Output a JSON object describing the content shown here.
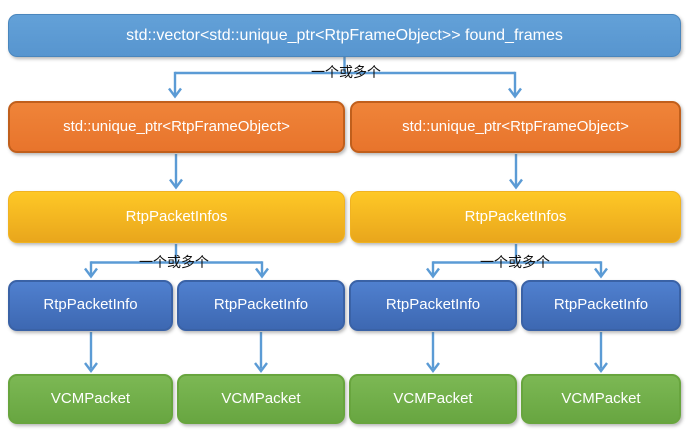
{
  "diagram": {
    "root_label": "std::vector<std::unique_ptr<RtpFrameObject>> found_frames",
    "one_or_more_label": "一个或多个",
    "frame_objects": [
      {
        "label": "std::unique_ptr<RtpFrameObject>"
      },
      {
        "label": "std::unique_ptr<RtpFrameObject>"
      }
    ],
    "packet_infos": [
      {
        "label": "RtpPacketInfos"
      },
      {
        "label": "RtpPacketInfos"
      }
    ],
    "packet_info": [
      {
        "label": "RtpPacketInfo"
      },
      {
        "label": "RtpPacketInfo"
      },
      {
        "label": "RtpPacketInfo"
      },
      {
        "label": "RtpPacketInfo"
      }
    ],
    "vcm_packets": [
      {
        "label": "VCMPacket"
      },
      {
        "label": "VCMPacket"
      },
      {
        "label": "VCMPacket"
      },
      {
        "label": "VCMPacket"
      }
    ],
    "colors": {
      "root_blue": "#5B9BD5",
      "frame_orange": "#ED7D31",
      "infos_yellow": "#FDBE17",
      "info_blue": "#4472C4",
      "packet_green": "#70AD47",
      "arrow_blue": "#5B9BD5",
      "label_text": "#111111"
    }
  }
}
